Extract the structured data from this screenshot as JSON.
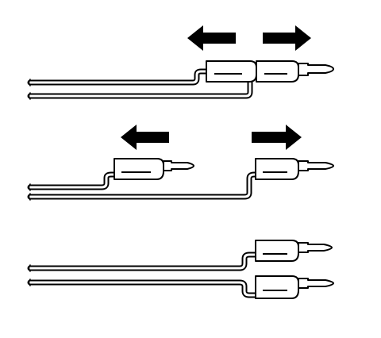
{
  "colors": {
    "ink": "#000000",
    "paper": "#ffffff",
    "plug_fill": "#ffffff"
  },
  "panels": [
    {
      "name": "plugs-stacked-pulled-apart",
      "arrows": [
        "arrow-left",
        "arrow-right"
      ]
    },
    {
      "name": "plugs-separated",
      "arrows": [
        "arrow-left",
        "arrow-right"
      ]
    },
    {
      "name": "plugs-side-by-side",
      "arrows": []
    }
  ]
}
